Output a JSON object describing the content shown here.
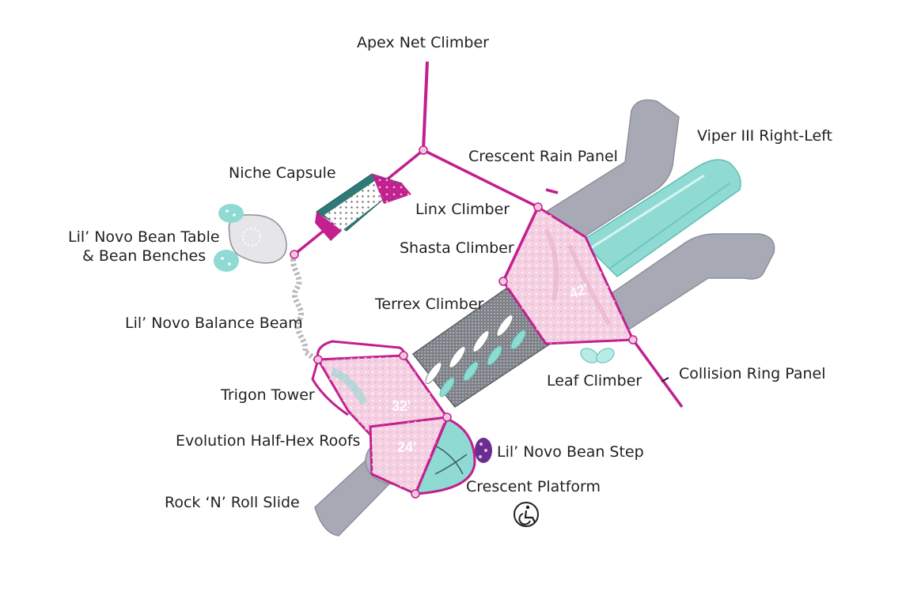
{
  "labels": {
    "apex_net_climber": "Apex Net Climber",
    "crescent_rain_panel": "Crescent Rain Panel",
    "viper_iii": "Viper III Right-Left",
    "niche_capsule": "Niche Capsule",
    "linx_climber": "Linx Climber",
    "lil_novo_bean_table_line1": "Lil’ Novo Bean Table",
    "lil_novo_bean_table_line2": "& Bean Benches",
    "shasta_climber": "Shasta Climber",
    "terrex_climber": "Terrex Climber",
    "lil_novo_balance_beam": "Lil’ Novo Balance Beam",
    "collision_ring_panel": "Collision Ring Panel",
    "leaf_climber": "Leaf Climber",
    "trigon_tower": "Trigon Tower",
    "evolution_half_hex_roofs": "Evolution Half-Hex Roofs",
    "lil_novo_bean_step": "Lil’ Novo Bean Step",
    "crescent_platform": "Crescent Platform",
    "rock_n_roll_slide": "Rock ‘N’ Roll Slide"
  },
  "deck_heights": {
    "upper_right": "42'",
    "middle": "32'",
    "lower": "24'"
  },
  "colors": {
    "magenta": "#c21f8f",
    "pink_roof": "#f5cfe2",
    "slide_gray": "#a7a9b4",
    "teal": "#8fdbd3",
    "purple_step": "#6d2c8f",
    "text": "#231f20"
  },
  "icons": {
    "accessibility": "wheelchair-accessible-icon"
  }
}
